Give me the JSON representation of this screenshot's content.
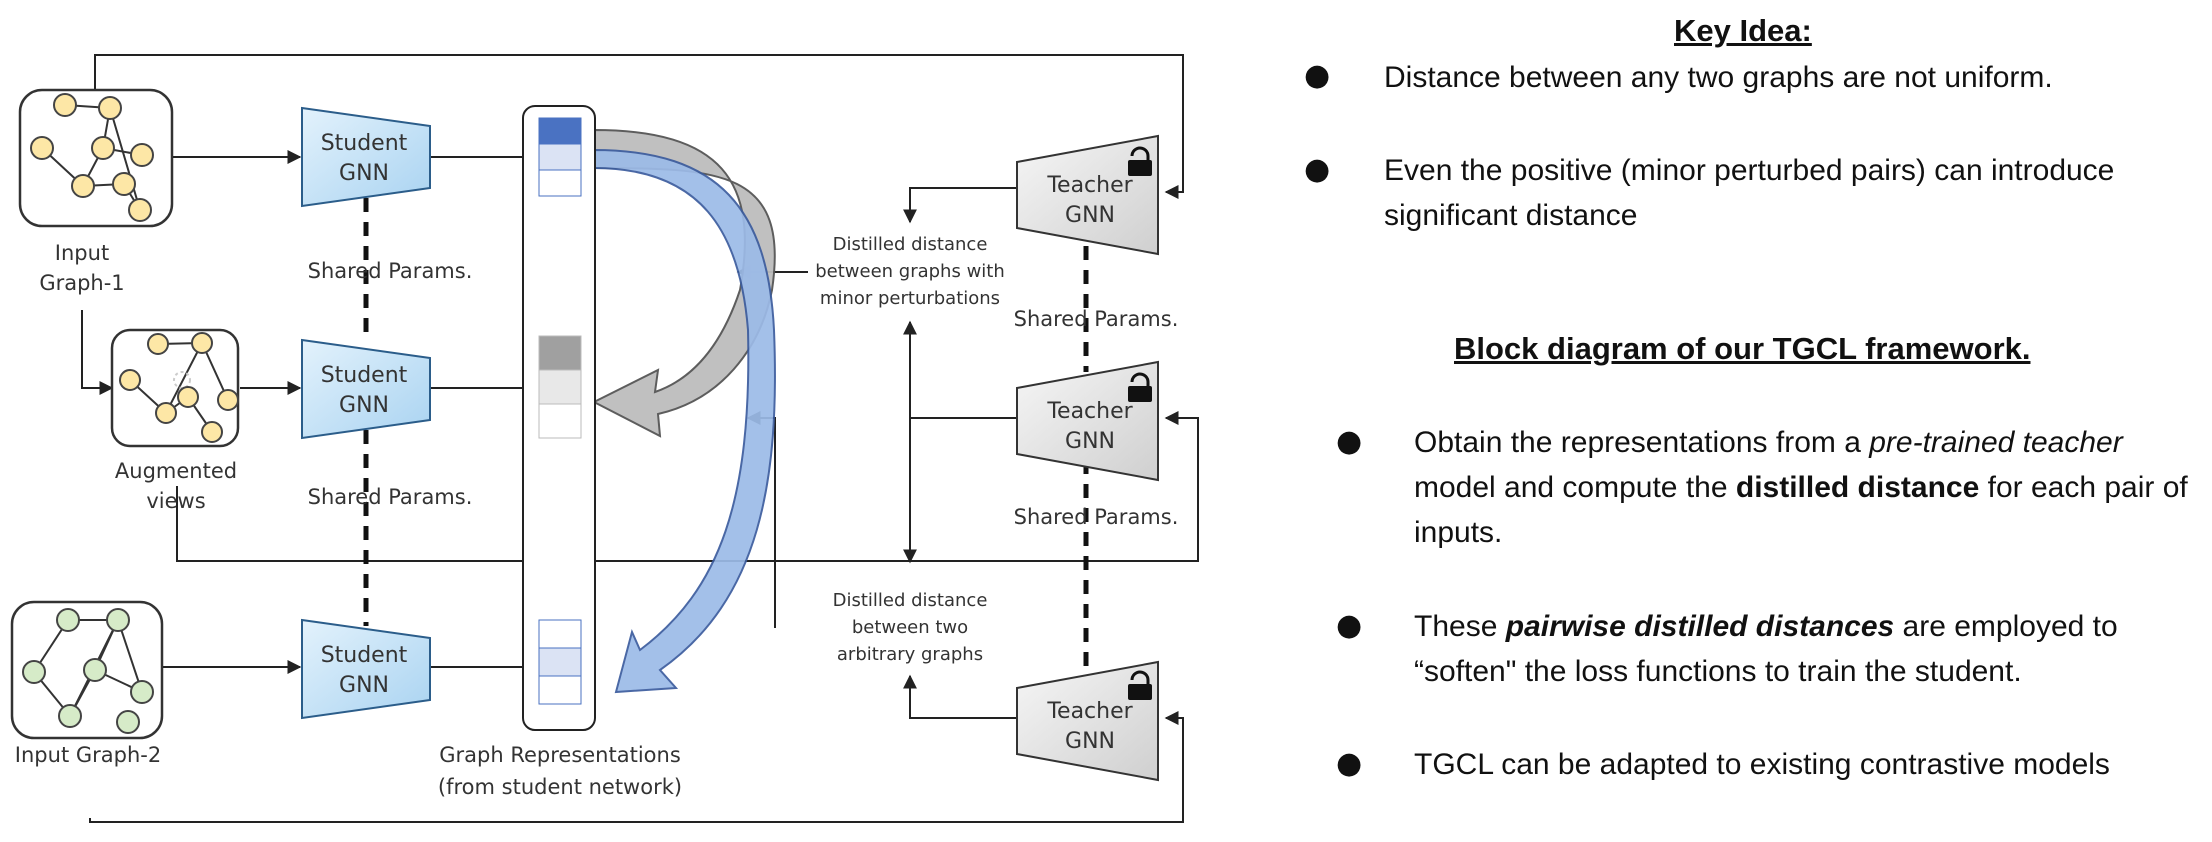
{
  "diagram": {
    "input_graph_1": "Input\nGraph-1",
    "augmented_views": "Augmented\nviews",
    "input_graph_2": "Input Graph-2",
    "student": "Student\nGNN",
    "teacher": "Teacher\nGNN",
    "shared_params": "Shared Params.",
    "graph_representations": "Graph Representations\n(from student network)",
    "distilled_minor": "Distilled distance\nbetween graphs with\nminor perturbations",
    "distilled_arbitrary": "Distilled distance\nbetween two\narbitrary graphs",
    "colors": {
      "student_fill": "#c5e3f7",
      "teacher_fill": "#e4e4e4",
      "node_yellow": "#fde7a6",
      "node_green": "#d6ebc8",
      "rep_blue": "#4a72c2",
      "rep_lightblue": "#dbe3f4",
      "rep_gray": "#a0a0a0",
      "rep_lightgray": "#e8e8e8"
    }
  },
  "text_panel": {
    "key_idea_title": "Key Idea:",
    "key_points": [
      "Distance between any two graphs are not uniform.",
      "Even the positive (minor perturbed pairs) can introduce significant distance"
    ],
    "block_title": "Block diagram of our TGCL framework.",
    "bullets": [
      {
        "parts": [
          {
            "text": "Obtain the representations from a ",
            "style": "normal"
          },
          {
            "text": "pre-trained teacher",
            "style": "italic"
          },
          {
            "text": " model and compute the ",
            "style": "normal"
          },
          {
            "text": "distilled distance",
            "style": "bold"
          },
          {
            "text": " for each pair of inputs.",
            "style": "normal"
          }
        ]
      },
      {
        "parts": [
          {
            "text": "These ",
            "style": "normal"
          },
          {
            "text": "pairwise distilled distances",
            "style": "bold-italic"
          },
          {
            "text": " are employed to “soften\" the loss functions to train the student.",
            "style": "normal"
          }
        ]
      },
      {
        "parts": [
          {
            "text": "TGCL can be adapted to existing contrastive models",
            "style": "normal"
          }
        ]
      }
    ]
  }
}
